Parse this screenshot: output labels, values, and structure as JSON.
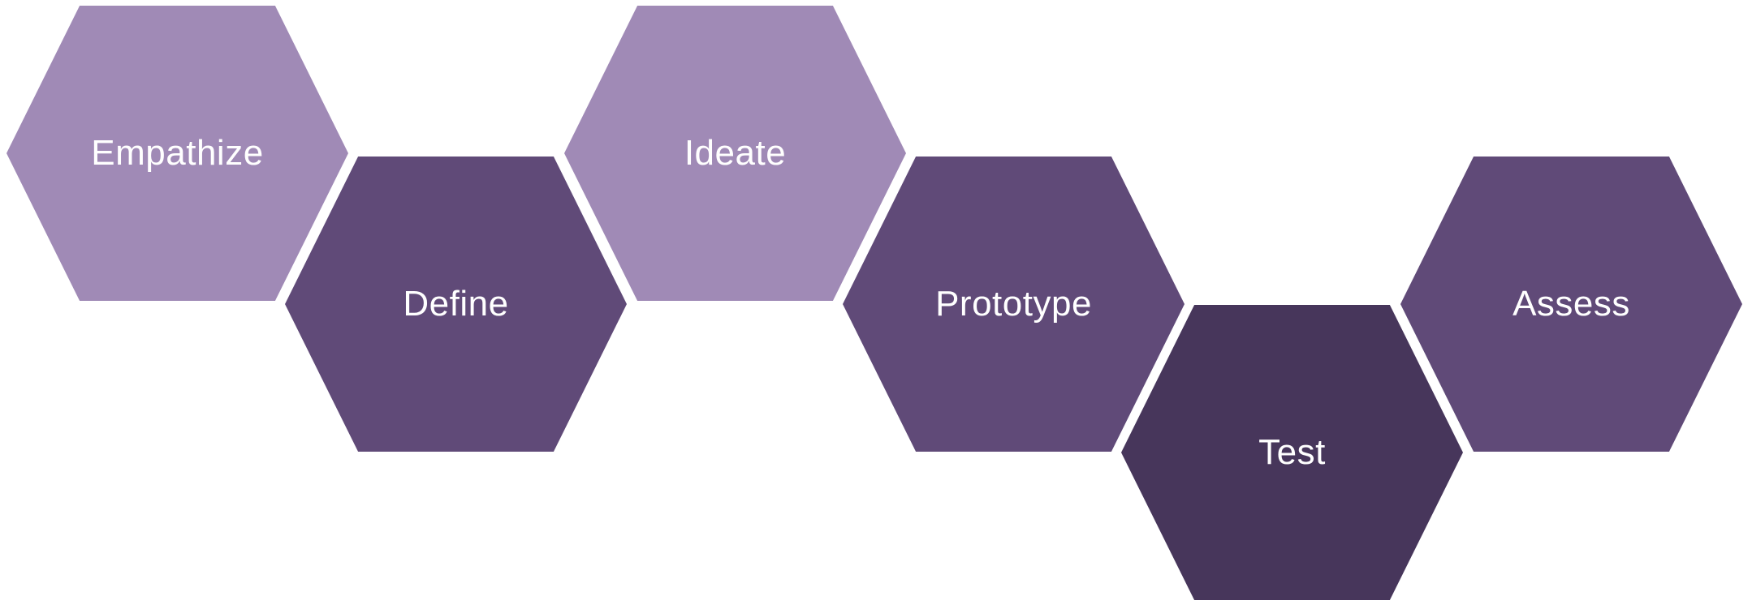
{
  "diagram": {
    "type": "hexagon process flow",
    "colors": {
      "light": "#A08AB6",
      "mid": "#604A78",
      "dark": "#47365B",
      "text": "#FFFFFF",
      "background": "#FFFFFF"
    },
    "steps": [
      {
        "label": "Empathize",
        "color": "#A08AB6"
      },
      {
        "label": "Define",
        "color": "#604A78"
      },
      {
        "label": "Ideate",
        "color": "#A08AB6"
      },
      {
        "label": "Prototype",
        "color": "#604A78"
      },
      {
        "label": "Test",
        "color": "#47365B"
      },
      {
        "label": "Assess",
        "color": "#604A78"
      }
    ]
  }
}
